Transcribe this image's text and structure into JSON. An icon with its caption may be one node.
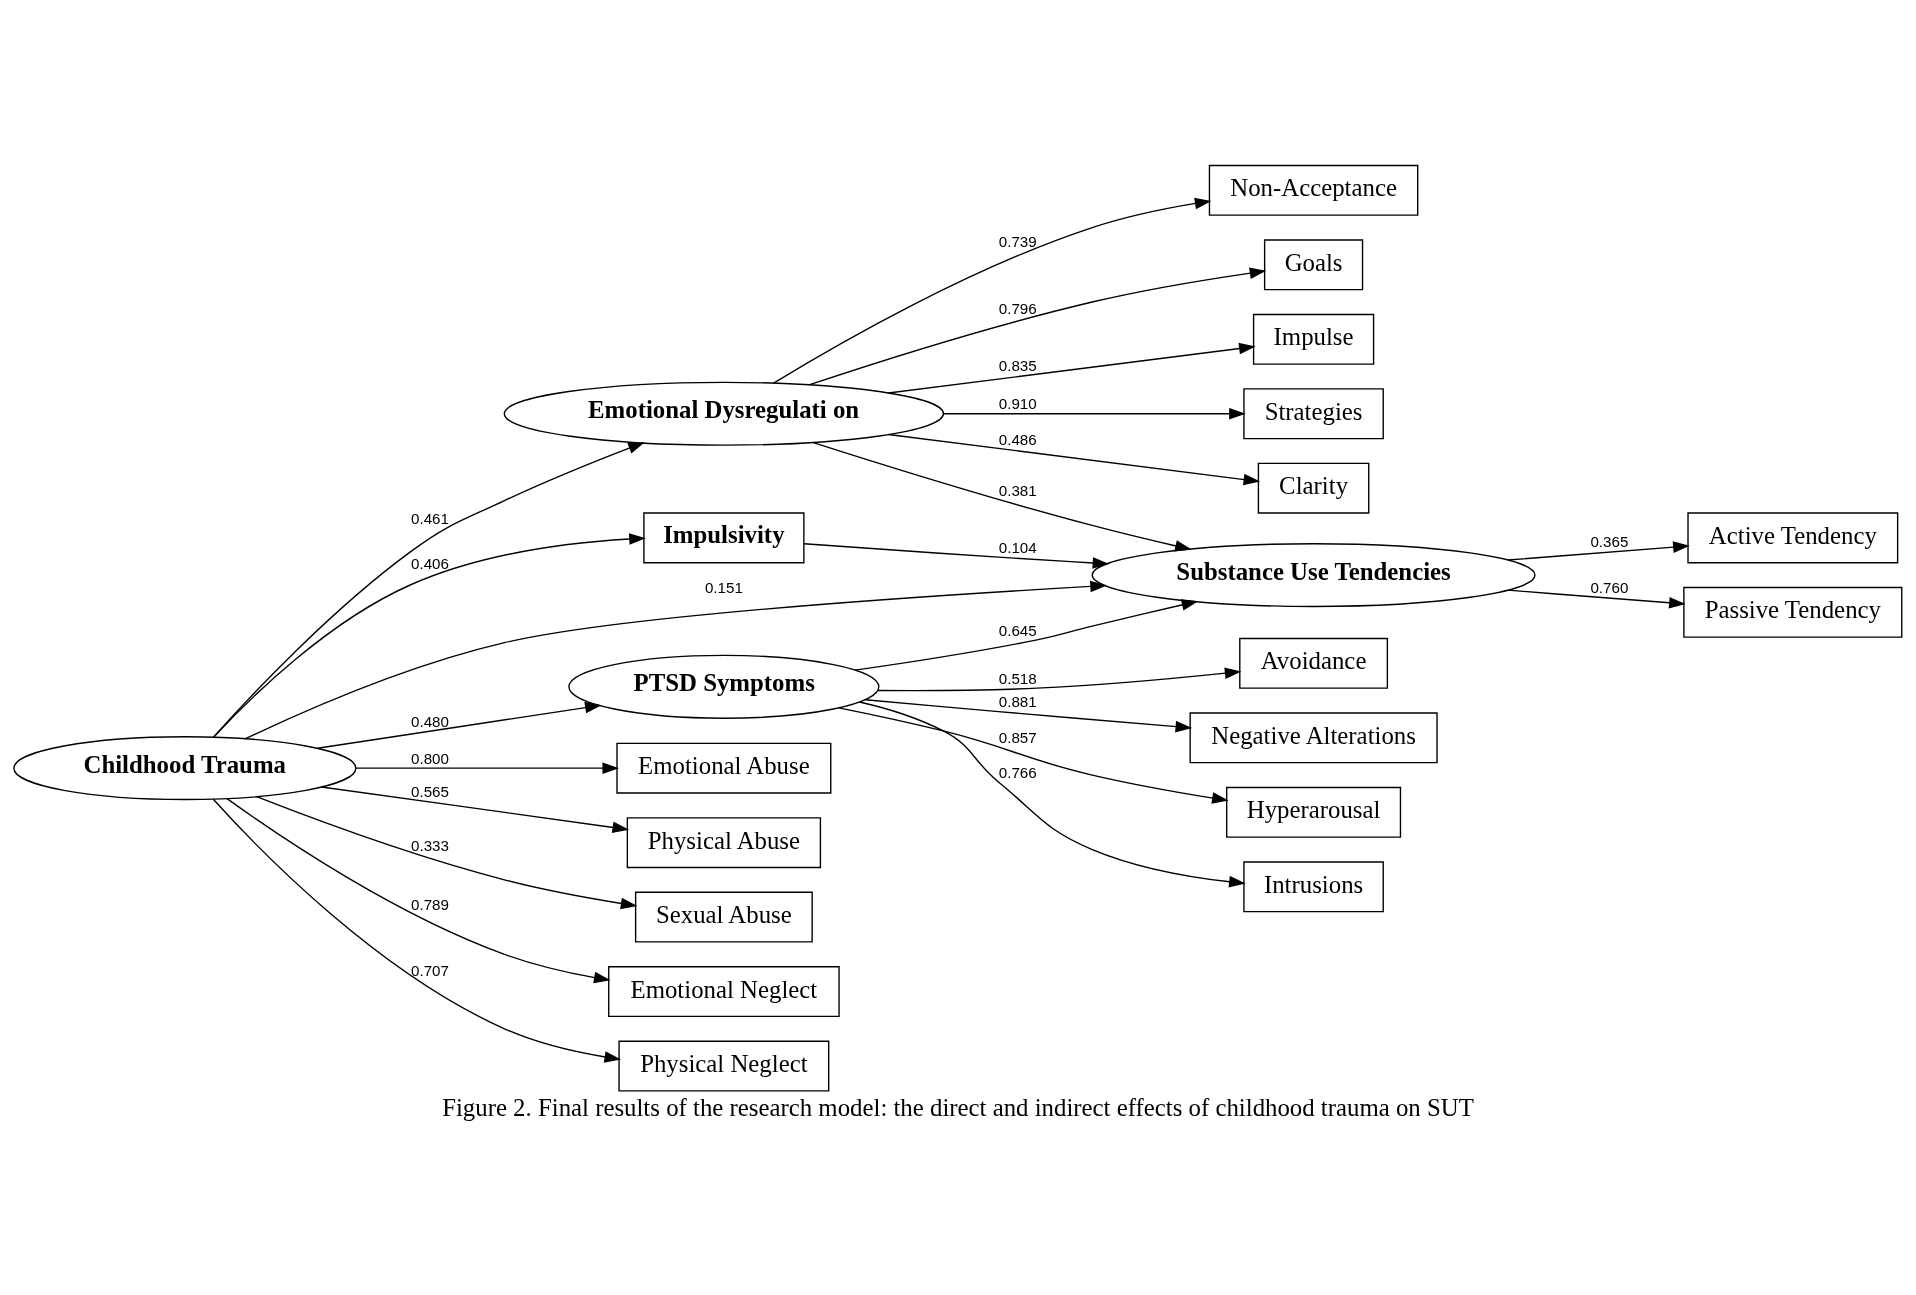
{
  "diagram": {
    "caption": "Figure 2. Final results of the research model: the direct and indirect effects of childhood trauma on SUT",
    "nodes": [
      {
        "text": [
          "Childhood Trauma"
        ]
      },
      {
        "text": [
          "Emotional Dysregulati on"
        ]
      },
      {
        "text": [
          "Impulsivity"
        ]
      },
      {
        "text": [
          "PTSD Symptoms"
        ]
      },
      {
        "text": [
          "Substance Use Tendencies"
        ]
      },
      {
        "text": [
          "Emotional Abuse"
        ]
      },
      {
        "text": [
          "Physical Abuse"
        ]
      },
      {
        "text": [
          "Sexual Abuse"
        ]
      },
      {
        "text": [
          "Emotional Neglect"
        ]
      },
      {
        "text": [
          "Physical Neglect"
        ]
      },
      {
        "text": [
          "Non-Acceptance"
        ]
      },
      {
        "text": [
          "Goals"
        ]
      },
      {
        "text": [
          "Impulse"
        ]
      },
      {
        "text": [
          "Strategies"
        ]
      },
      {
        "text": [
          "Clarity"
        ]
      },
      {
        "text": [
          "Intrusions"
        ]
      },
      {
        "text": [
          "Avoidance"
        ]
      },
      {
        "text": [
          "Negative Alterations"
        ]
      },
      {
        "text": [
          "Hyperarousal"
        ]
      },
      {
        "text": [
          "Active Tendency"
        ]
      },
      {
        "text": [
          "Passive Tendency"
        ]
      }
    ],
    "edges": [
      {
        "from": 0,
        "to": 5,
        "arrow": "to",
        "label": "0.800"
      },
      {
        "from": 0,
        "to": 6,
        "arrow": "to",
        "label": "0.565"
      },
      {
        "from": 0,
        "to": 7,
        "arrow": "to",
        "label": "0.333"
      },
      {
        "from": 0,
        "to": 8,
        "arrow": "to",
        "label": "0.789"
      },
      {
        "from": 0,
        "to": 9,
        "arrow": "to",
        "label": "0.707"
      },
      {
        "from": 1,
        "to": 10,
        "arrow": "to",
        "label": "0.739"
      },
      {
        "from": 1,
        "to": 11,
        "arrow": "to",
        "label": "0.796"
      },
      {
        "from": 1,
        "to": 12,
        "arrow": "to",
        "label": "0.835"
      },
      {
        "from": 1,
        "to": 13,
        "arrow": "to",
        "label": "0.910"
      },
      {
        "from": 1,
        "to": 14,
        "arrow": "to",
        "label": "0.486"
      },
      {
        "from": 0,
        "to": 1,
        "arrow": "to",
        "label": "0.461"
      },
      {
        "from": 0,
        "to": 4,
        "arrow": "to",
        "label": "0.151"
      },
      {
        "from": 0,
        "to": 2,
        "arrow": "to",
        "label": "0.406"
      },
      {
        "from": 2,
        "to": 4,
        "arrow": "to",
        "label": "0.104"
      },
      {
        "from": 0,
        "to": 3,
        "arrow": "to",
        "label": "0.480"
      },
      {
        "from": 1,
        "to": 4,
        "arrow": "to",
        "label": "0.381"
      },
      {
        "from": 3,
        "to": 4,
        "arrow": "to",
        "label": "0.645"
      },
      {
        "from": 3,
        "to": 15,
        "arrow": "to",
        "label": "0.766"
      },
      {
        "from": 3,
        "to": 16,
        "arrow": "to",
        "label": "0.518"
      },
      {
        "from": 3,
        "to": 17,
        "arrow": "to",
        "label": "0.881"
      },
      {
        "from": 3,
        "to": 18,
        "arrow": "to",
        "label": "0.857"
      },
      {
        "from": 4,
        "to": 19,
        "arrow": "to",
        "label": "0.365"
      },
      {
        "from": 4,
        "to": 20,
        "arrow": "to",
        "label": "0.760"
      }
    ]
  }
}
